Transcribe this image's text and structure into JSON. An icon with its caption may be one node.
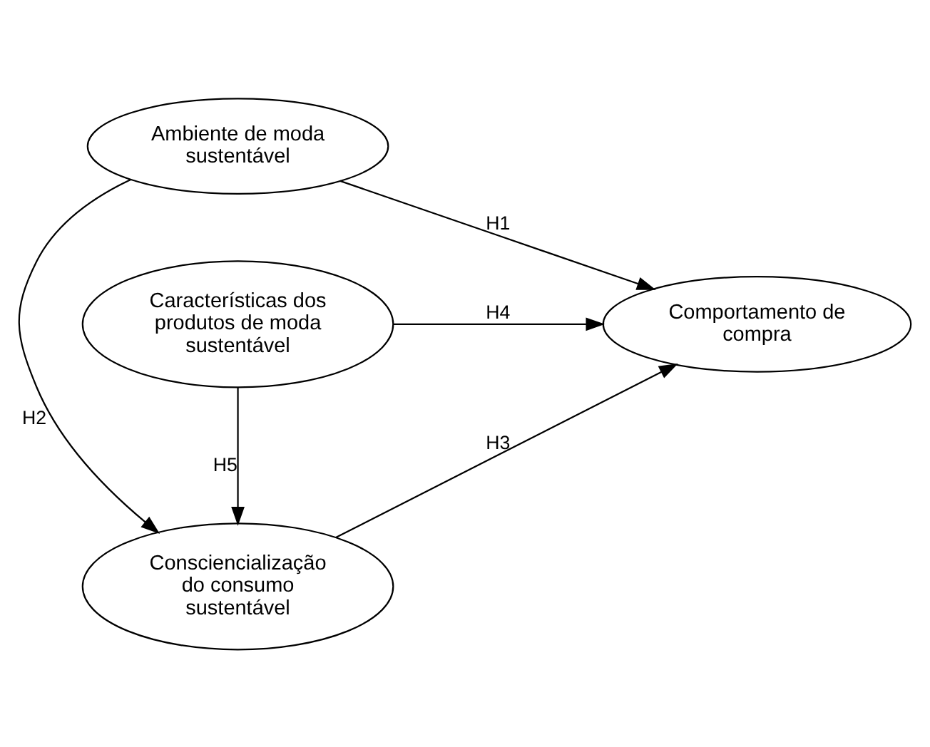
{
  "diagram": {
    "nodes": [
      {
        "text": [
          "Ambiente de moda sustentável"
        ]
      },
      {
        "text": [
          "Características dos produtos de moda sustentável"
        ]
      },
      {
        "text": [
          "Comportamento de compra"
        ]
      },
      {
        "text": [
          "Consciencialização do consumo sustentável"
        ]
      }
    ],
    "edges": [
      {
        "from": 0,
        "to": 2,
        "arrow": "to",
        "label": "H1"
      },
      {
        "from": 0,
        "to": 3,
        "arrow": "to",
        "label": "H2"
      },
      {
        "from": 1,
        "to": 2,
        "arrow": "to",
        "label": "H4"
      },
      {
        "from": 1,
        "to": 3,
        "arrow": "to",
        "label": "H5"
      },
      {
        "from": 3,
        "to": 2,
        "arrow": "to",
        "label": "H3"
      }
    ]
  }
}
